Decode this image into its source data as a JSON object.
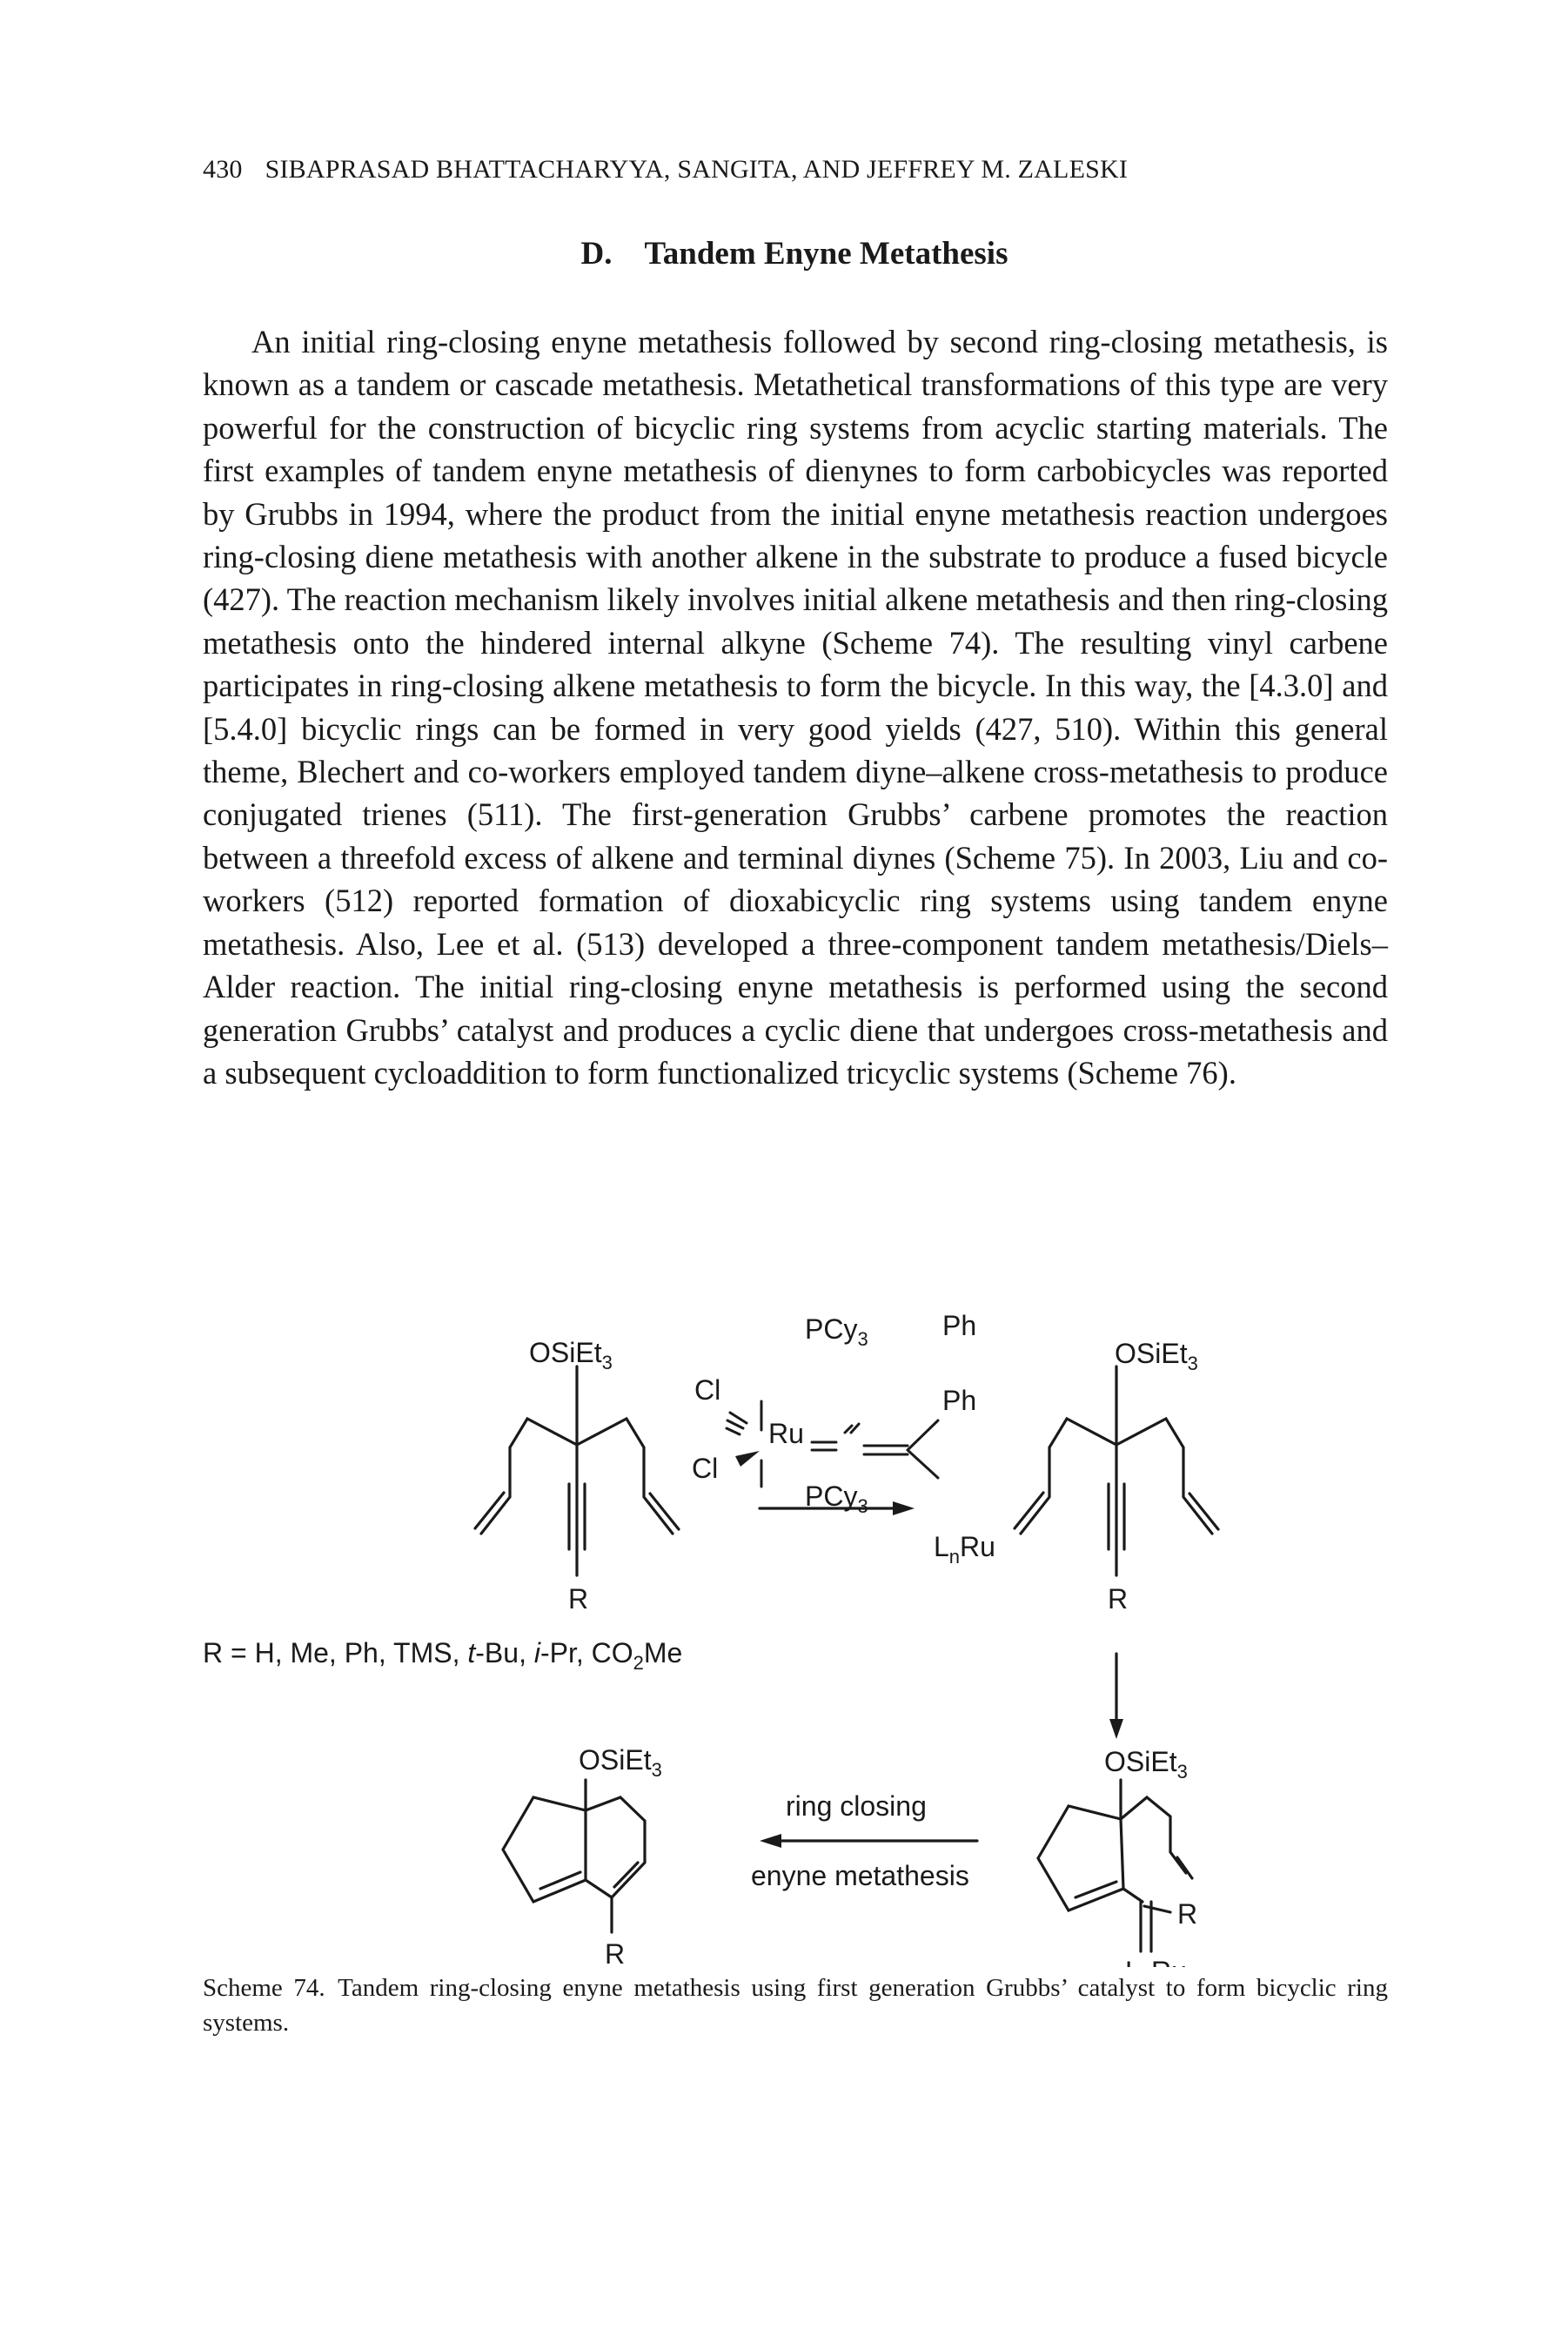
{
  "header": {
    "page_number": "430",
    "authors": "SIBAPRASAD BHATTACHARYYA, SANGITA, AND JEFFREY M. ZALESKI"
  },
  "section": {
    "title": "D. Tandem Enyne Metathesis"
  },
  "body": {
    "paragraph": "An initial ring-closing enyne metathesis followed by second ring-closing metathesis, is known as a tandem or cascade metathesis. Metathetical transformations of this type are very powerful for the construction of bicyclic ring systems from acyclic starting materials. The first examples of tandem enyne metathesis of dienynes to form carbobicycles was reported by Grubbs in 1994, where the product from the initial enyne metathesis reaction undergoes ring-closing diene metathesis with another alkene in the substrate to produce a fused bicycle (427). The reaction mechanism likely involves initial alkene metathesis and then ring-closing metathesis onto the hindered internal alkyne (Scheme 74). The resulting vinyl carbene participates in ring-closing alkene metathesis to form the bicycle. In this way, the [4.3.0] and [5.4.0] bicyclic rings can be formed in very good yields (427, 510). Within this general theme, Blechert and co-workers employed tandem diyne–alkene cross-metathesis to produce conjugated trienes (511). The first-generation Grubbs’ carbene promotes the reaction between a threefold excess of alkene and terminal diynes (Scheme 75). In 2003, Liu and co-workers (512) reported formation of dioxabicyclic ring systems using tandem enyne metathesis. Also, Lee et al. (513) developed a three-component tandem metathesis/Diels–Alder reaction. The initial ring-closing enyne metathesis is performed using the second generation Grubbs’ catalyst and produces a cyclic diene that undergoes cross-metathesis and a subsequent cycloaddition to form functionalized tricyclic systems (Scheme 76)."
  },
  "scheme": {
    "osiet3": "OSiEt",
    "sub3": "3",
    "r": "R",
    "r_options_a": "R = H, Me, Ph, TMS, ",
    "t": "t",
    "r_options_b": "-Bu, ",
    "i": "i",
    "r_options_c": "-Pr, CO",
    "sub2": "2",
    "r_options_d": "Me",
    "pcy": "PCy",
    "cl": "Cl",
    "ru": "Ru",
    "ph": "Ph",
    "l": "L",
    "n": "n",
    "ring_closing": "ring closing",
    "enyne_metathesis": "enyne metathesis"
  },
  "caption": {
    "text": "Scheme 74. Tandem ring-closing enyne metathesis using first generation Grubbs’ catalyst to form bicyclic ring systems."
  }
}
